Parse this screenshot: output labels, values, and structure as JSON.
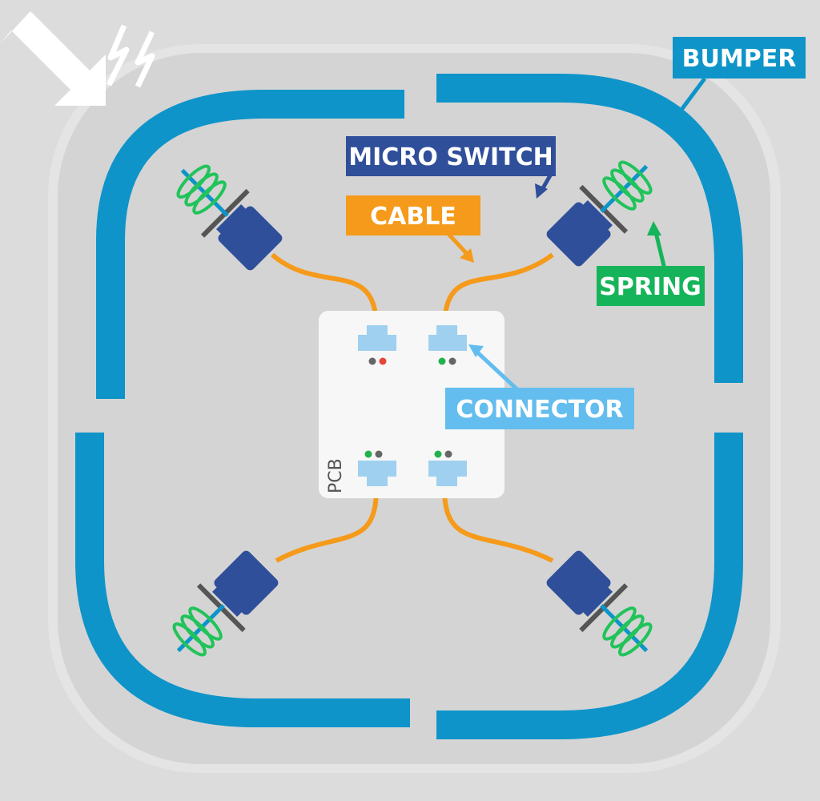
{
  "labels": {
    "bumper": "BUMPER",
    "micro_switch": "MICRO SWITCH",
    "cable": "CABLE",
    "spring": "SPRING",
    "connector": "CONNECTOR",
    "pcb": "PCB"
  },
  "colors": {
    "background": "#dcdcdc",
    "body": "#d3d3d3",
    "bumper": "#0e94c9",
    "bumper_label": "#0e94c9",
    "micro_switch": "#2f4f9a",
    "micro_switch_label": "#2f4f9a",
    "cable": "#f59a1a",
    "cable_label": "#f59a1a",
    "spring": "#21c35a",
    "spring_label": "#16b45a",
    "connector": "#9fd0ef",
    "connector_label": "#63bdee",
    "pcb": "#f7f7f7",
    "plunger": "#555555",
    "indicator_green": "#22b24c",
    "indicator_red": "#e5463a",
    "indicator_gray": "#666666",
    "impact_arrow": "#ffffff"
  },
  "icons": {
    "impact": "impact-arrow-icon",
    "lightning": "lightning-bolt-icon"
  }
}
